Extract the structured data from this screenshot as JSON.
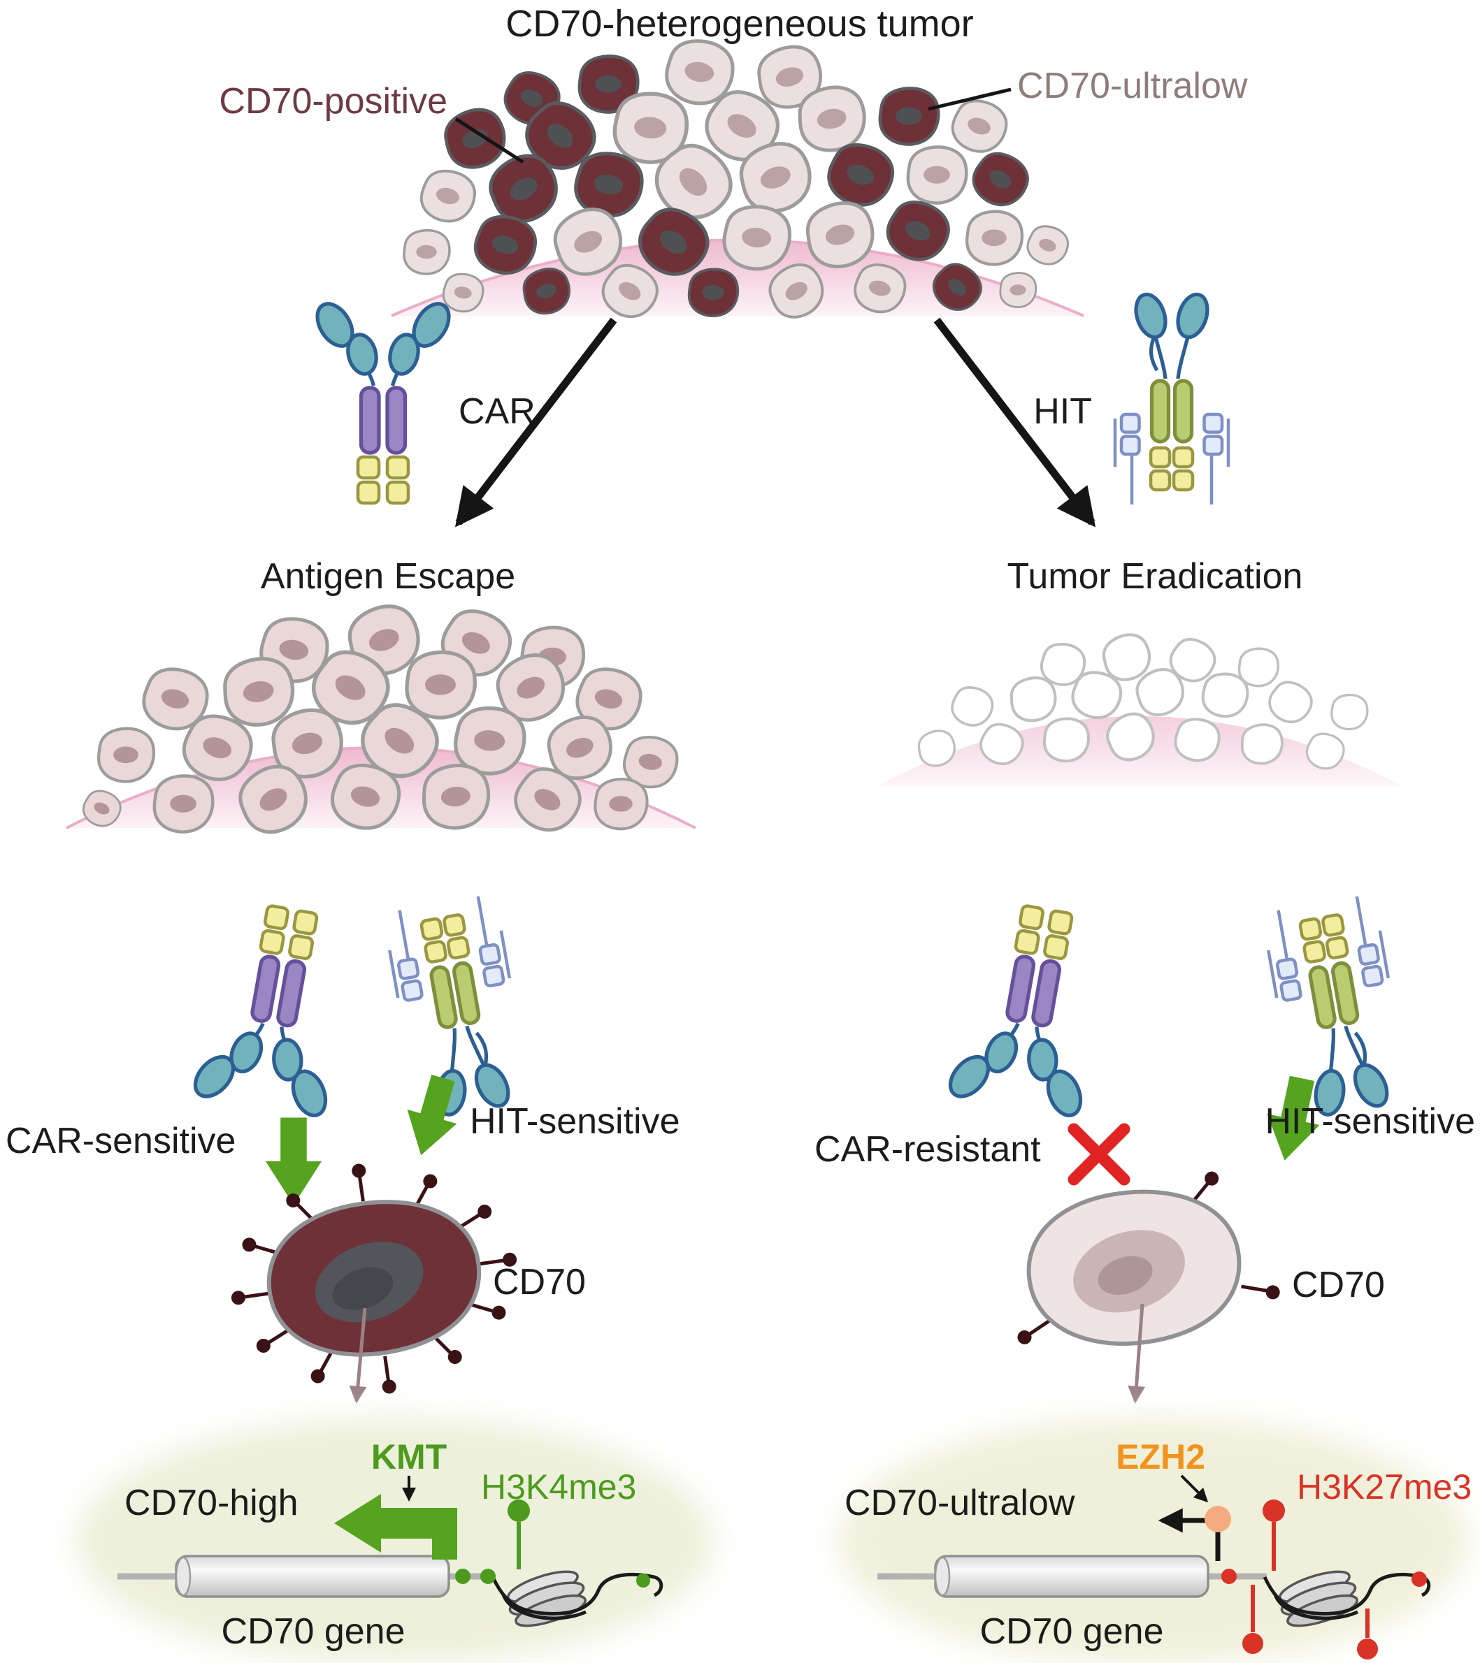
{
  "title": "CD70-heterogeneous tumor",
  "tumor": {
    "label_positive": "CD70-positive",
    "label_ultralow": "CD70-ultralow"
  },
  "therapies": {
    "car": "CAR",
    "hit": "HIT"
  },
  "outcomes": {
    "left": "Antigen Escape",
    "right": "Tumor Eradication"
  },
  "left_panel": {
    "car_status": "CAR-sensitive",
    "hit_status": "HIT-sensitive",
    "antigen_label": "CD70",
    "expression_label": "CD70-high",
    "enzyme": "KMT",
    "histone_mark": "H3K4me3",
    "gene_label": "CD70 gene"
  },
  "right_panel": {
    "car_status": "CAR-resistant",
    "hit_status": "HIT-sensitive",
    "antigen_label": "CD70",
    "expression_label": "CD70-ultralow",
    "enzyme": "EZH2",
    "histone_mark": "H3K27me3",
    "gene_label": "CD70 gene"
  },
  "colors": {
    "cd70_positive_cell": "#6e3138",
    "cd70_ultralow_cell": "#efe2e3",
    "label_positive_text": "#6e3a41",
    "label_ultralow_text": "#8f7d7a",
    "active_arrow": "#55a31e",
    "kmt_text": "#4c9a1e",
    "h3k4me3_mark": "#4c9a1e",
    "ezh2_text": "#f0941e",
    "ezh2_block_dot": "#f5ab80",
    "h3k27me3_mark": "#d93226",
    "resistant_x": "#e02424",
    "receptor_scfv_teal": "#72b2bc",
    "receptor_car_stalk_purple": "#9b85c2",
    "receptor_hit_stalk_green": "#bacc72",
    "receptor_signal_yellow": "#f3eda0",
    "receptor_cd3_blue": "#e3eaf8"
  }
}
